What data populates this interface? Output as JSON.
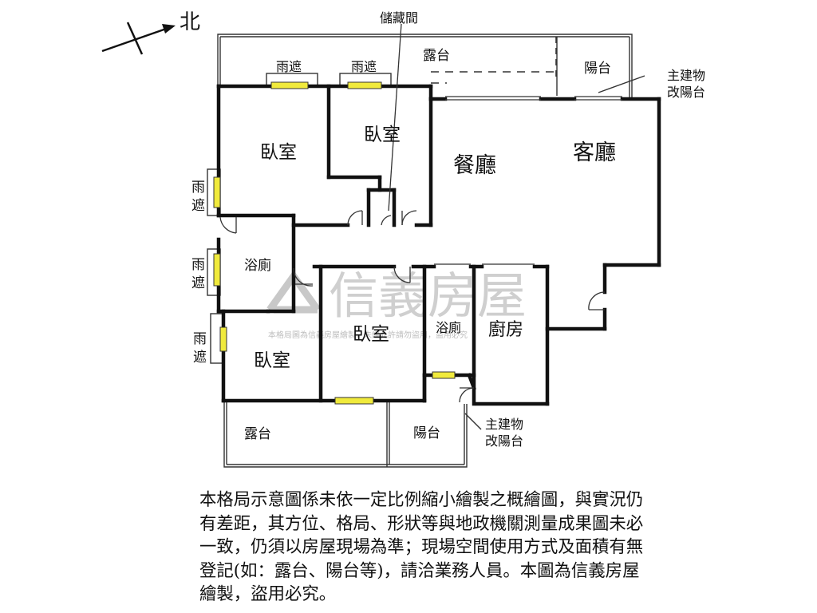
{
  "compass": {
    "label": "北"
  },
  "rooms": {
    "storage": "儲藏間",
    "terrace_top": "露台",
    "balcony_top": "陽台",
    "main_to_balcony_top": [
      "主建物",
      "改陽台"
    ],
    "canopy_top_1": "雨遮",
    "canopy_top_2": "雨遮",
    "bedroom_top_left": "臥室",
    "bedroom_top_mid": "臥室",
    "dining": "餐廳",
    "living": "客廳",
    "canopy_left_1": [
      "雨",
      "遮"
    ],
    "canopy_left_2": [
      "雨",
      "遮"
    ],
    "canopy_left_3": [
      "雨",
      "遮"
    ],
    "bath_left": "浴廁",
    "bedroom_bottom_left": "臥室",
    "bedroom_bottom_mid": "臥室",
    "bath_mid": "浴廁",
    "kitchen": "廚房",
    "terrace_bottom": "露台",
    "balcony_bottom": "陽台",
    "main_to_balcony_bottom": [
      "主建物",
      "改陽台"
    ]
  },
  "watermark": {
    "brand": "信義房屋",
    "notice": "本格局圖為信義房屋繪製，未經允許請勿盜用，盜用必究"
  },
  "disclaimer": "本格局示意圖係未依一定比例縮小繪製之概繪圖，與實況仍有差距，其方位、格局、形狀等與地政機關測量成果圖未必一致，仍須以房屋現場為準；現場空間使用方式及面積有無登記(如：露台、陽台等)，請洽業務人員。本圖為信義房屋繪製，盜用必究。",
  "colors": {
    "wall": "#111111",
    "window": "#f0ea3c",
    "watermark": "#c9c9c9"
  }
}
